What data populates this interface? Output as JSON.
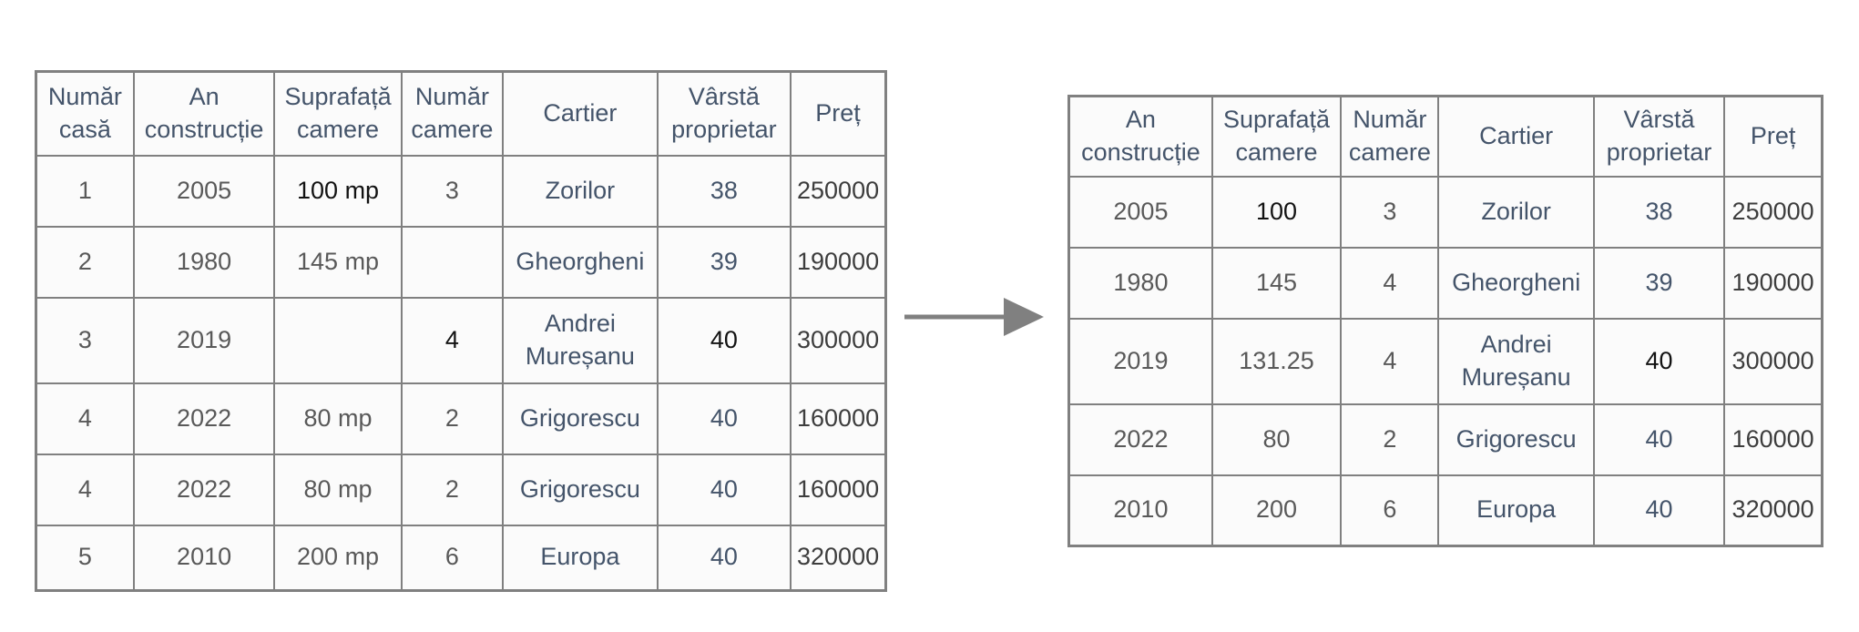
{
  "colors": {
    "border": "#808080",
    "arrow": "#808080",
    "text_slate": "#44546A",
    "text_gray": "#595959",
    "text_price": "#3D3D3D",
    "text_emphasis": "#121212"
  },
  "arrow": {
    "name": "right-arrow-icon"
  },
  "source_table": {
    "headers": [
      "Număr casă",
      "An construcție",
      "Suprafață camere",
      "Număr camere",
      "Cartier",
      "Vârstă proprietar",
      "Preț"
    ],
    "rows": [
      [
        {
          "text": "1",
          "tone": "num"
        },
        {
          "text": "2005",
          "tone": "num"
        },
        {
          "text": "100 mp",
          "tone": "em"
        },
        {
          "text": "3",
          "tone": "num"
        },
        {
          "text": "Zorilor",
          "tone": "name"
        },
        {
          "text": "38",
          "tone": "name"
        },
        {
          "text": "250000",
          "tone": "price"
        }
      ],
      [
        {
          "text": "2",
          "tone": "num"
        },
        {
          "text": "1980",
          "tone": "num"
        },
        {
          "text": "145 mp",
          "tone": "num"
        },
        {
          "text": "",
          "tone": "num"
        },
        {
          "text": "Gheorgheni",
          "tone": "name"
        },
        {
          "text": "39",
          "tone": "name"
        },
        {
          "text": "190000",
          "tone": "price"
        }
      ],
      [
        {
          "text": "3",
          "tone": "num"
        },
        {
          "text": "2019",
          "tone": "num"
        },
        {
          "text": "",
          "tone": "num"
        },
        {
          "text": "4",
          "tone": "em"
        },
        {
          "text": "Andrei Mureșanu",
          "tone": "name"
        },
        {
          "text": "40",
          "tone": "em"
        },
        {
          "text": "300000",
          "tone": "price"
        }
      ],
      [
        {
          "text": "4",
          "tone": "num"
        },
        {
          "text": "2022",
          "tone": "num"
        },
        {
          "text": "80 mp",
          "tone": "num"
        },
        {
          "text": "2",
          "tone": "num"
        },
        {
          "text": "Grigorescu",
          "tone": "name"
        },
        {
          "text": "40",
          "tone": "name"
        },
        {
          "text": "160000",
          "tone": "price"
        }
      ],
      [
        {
          "text": "4",
          "tone": "num"
        },
        {
          "text": "2022",
          "tone": "num"
        },
        {
          "text": "80 mp",
          "tone": "num"
        },
        {
          "text": "2",
          "tone": "num"
        },
        {
          "text": "Grigorescu",
          "tone": "name"
        },
        {
          "text": "40",
          "tone": "name"
        },
        {
          "text": "160000",
          "tone": "price"
        }
      ],
      [
        {
          "text": "5",
          "tone": "num"
        },
        {
          "text": "2010",
          "tone": "num"
        },
        {
          "text": "200 mp",
          "tone": "num"
        },
        {
          "text": "6",
          "tone": "num"
        },
        {
          "text": "Europa",
          "tone": "name"
        },
        {
          "text": "40",
          "tone": "name"
        },
        {
          "text": "320000",
          "tone": "price"
        }
      ]
    ]
  },
  "result_table": {
    "headers": [
      "An construcție",
      "Suprafață camere",
      "Număr camere",
      "Cartier",
      "Vârstă proprietar",
      "Preț"
    ],
    "rows": [
      [
        {
          "text": "2005",
          "tone": "num"
        },
        {
          "text": "100",
          "tone": "em"
        },
        {
          "text": "3",
          "tone": "num"
        },
        {
          "text": "Zorilor",
          "tone": "name"
        },
        {
          "text": "38",
          "tone": "name"
        },
        {
          "text": "250000",
          "tone": "price"
        }
      ],
      [
        {
          "text": "1980",
          "tone": "num"
        },
        {
          "text": "145",
          "tone": "num"
        },
        {
          "text": "4",
          "tone": "num"
        },
        {
          "text": "Gheorgheni",
          "tone": "name"
        },
        {
          "text": "39",
          "tone": "name"
        },
        {
          "text": "190000",
          "tone": "price"
        }
      ],
      [
        {
          "text": "2019",
          "tone": "num"
        },
        {
          "text": "131.25",
          "tone": "num"
        },
        {
          "text": "4",
          "tone": "num"
        },
        {
          "text": "Andrei Mureșanu",
          "tone": "name"
        },
        {
          "text": "40",
          "tone": "em"
        },
        {
          "text": "300000",
          "tone": "price"
        }
      ],
      [
        {
          "text": "2022",
          "tone": "num"
        },
        {
          "text": "80",
          "tone": "num"
        },
        {
          "text": "2",
          "tone": "num"
        },
        {
          "text": "Grigorescu",
          "tone": "name"
        },
        {
          "text": "40",
          "tone": "name"
        },
        {
          "text": "160000",
          "tone": "price"
        }
      ],
      [
        {
          "text": "2010",
          "tone": "num"
        },
        {
          "text": "200",
          "tone": "num"
        },
        {
          "text": "6",
          "tone": "num"
        },
        {
          "text": "Europa",
          "tone": "name"
        },
        {
          "text": "40",
          "tone": "name"
        },
        {
          "text": "320000",
          "tone": "price"
        }
      ]
    ]
  }
}
